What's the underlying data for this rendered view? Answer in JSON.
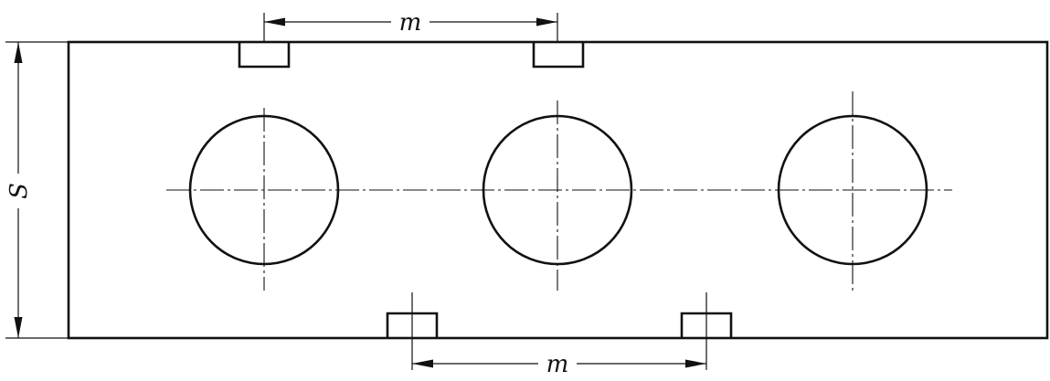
{
  "labels": {
    "top_spacing": "m",
    "bottom_spacing": "m",
    "height": "S"
  }
}
